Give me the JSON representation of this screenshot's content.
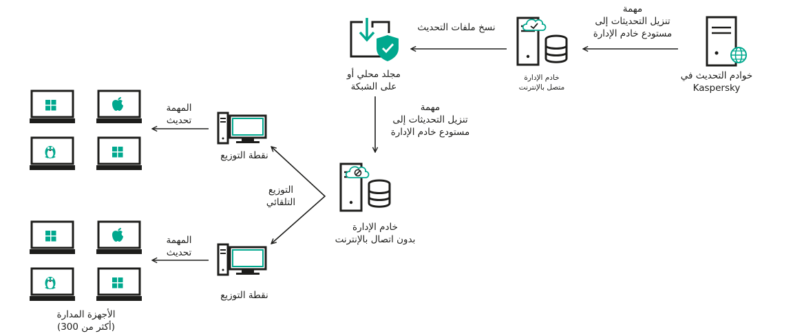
{
  "nodes": {
    "kaspersky_servers": {
      "line1": "خوادم التحديث في",
      "line2": "Kaspersky"
    },
    "online_server": {
      "line1": "خادم الإدارة",
      "line2": "متصل بالإنترنت"
    },
    "shared_folder": {
      "line1": "مجلد محلي أو",
      "line2": "على الشبكة"
    },
    "offline_server": {
      "line1": "خادم الإدارة",
      "line2": "بدون اتصال بالإنترنت"
    },
    "dp_top": {
      "line1": "نقطة التوزيع"
    },
    "dp_bottom": {
      "line1": "نقطة التوزيع"
    },
    "managed_devices": {
      "line1": "الأجهزة المدارة",
      "line2": "(أكثر من 300)"
    }
  },
  "edges": {
    "download_task_top": {
      "line1": "مهمة",
      "line2": "تنزيل التحديثات إلى",
      "line3": "مستودع خادم الإدارة"
    },
    "copy_updates": {
      "line1": "نسخ ملفات التحديث"
    },
    "download_task_mid": {
      "line1": "مهمة",
      "line2": "تنزيل التحديثات إلى",
      "line3": "مستودع خادم الإدارة"
    },
    "auto_distribution": {
      "line1": "التوزيع",
      "line2": "التلقائي"
    },
    "update_task_top": {
      "line1": "المهمة",
      "line2": "تحديث"
    },
    "update_task_bottom": {
      "line1": "المهمة",
      "line2": "تحديث"
    }
  },
  "colors": {
    "stroke": "#1d1d1b",
    "accent": "#00a88e"
  },
  "icons": {
    "device_os_top": [
      "windows-icon",
      "apple-icon",
      "linux-icon",
      "windows-icon"
    ],
    "device_os_bottom": [
      "windows-icon",
      "apple-icon",
      "linux-icon",
      "windows-icon"
    ]
  }
}
